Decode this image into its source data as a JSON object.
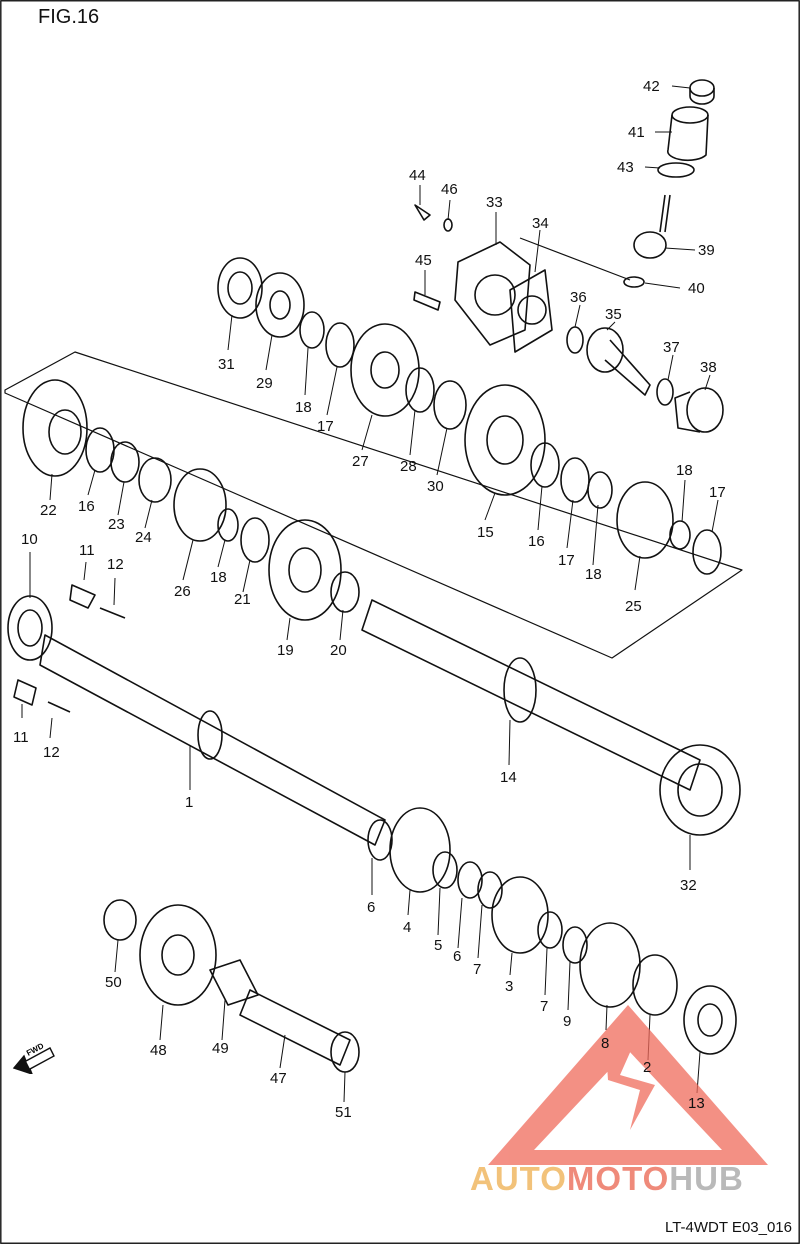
{
  "figure_title": "FIG.16",
  "diagram_code": "LT-4WDT E03_016",
  "logo": {
    "part1": "AUTO",
    "part2": "MOTO",
    "part3": "HUB"
  },
  "fwd_label": "FWD",
  "callouts": {
    "c42": "42",
    "c41": "41",
    "c43": "43",
    "c39": "39",
    "c40": "40",
    "c44": "44",
    "c46": "46",
    "c33": "33",
    "c34": "34",
    "c45": "45",
    "c36": "36",
    "c35": "35",
    "c37": "37",
    "c38": "38",
    "c31": "31",
    "c29": "29",
    "c18a": "18",
    "c17a": "17",
    "c27": "27",
    "c28": "28",
    "c30": "30",
    "c15": "15",
    "c16a": "16",
    "c17b": "17",
    "c18b": "18",
    "c18c": "18",
    "c17c": "17",
    "c25": "25",
    "c22": "22",
    "c16b": "16",
    "c23": "23",
    "c24": "24",
    "c26": "26",
    "c18d": "18",
    "c21": "21",
    "c19": "19",
    "c20": "20",
    "c10": "10",
    "c11a": "11",
    "c12a": "12",
    "c11b": "11",
    "c12b": "12",
    "c1": "1",
    "c14": "14",
    "c32": "32",
    "c6a": "6",
    "c4": "4",
    "c5": "5",
    "c6b": "6",
    "c7a": "7",
    "c3": "3",
    "c7b": "7",
    "c9": "9",
    "c8": "8",
    "c2": "2",
    "c13": "13",
    "c50": "50",
    "c48": "48",
    "c49": "49",
    "c47": "47",
    "c51": "51"
  }
}
